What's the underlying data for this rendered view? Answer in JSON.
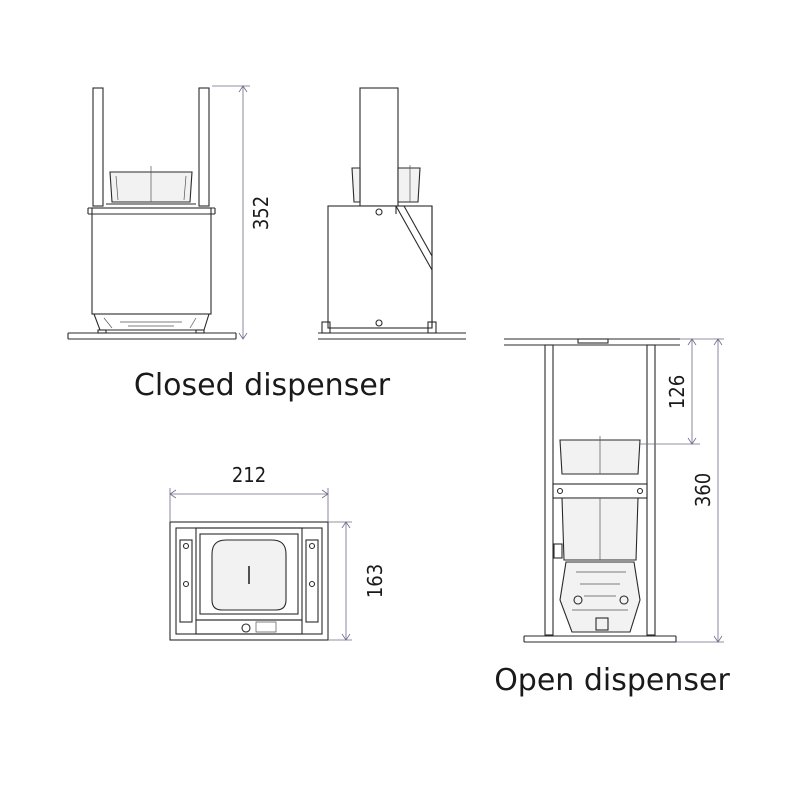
{
  "labels": {
    "closed_caption": "Closed dispenser",
    "open_caption": "Open dispenser"
  },
  "dimensions": {
    "closed_height": "352",
    "top_width": "212",
    "top_depth": "163",
    "open_upper": "126",
    "open_height": "360"
  }
}
